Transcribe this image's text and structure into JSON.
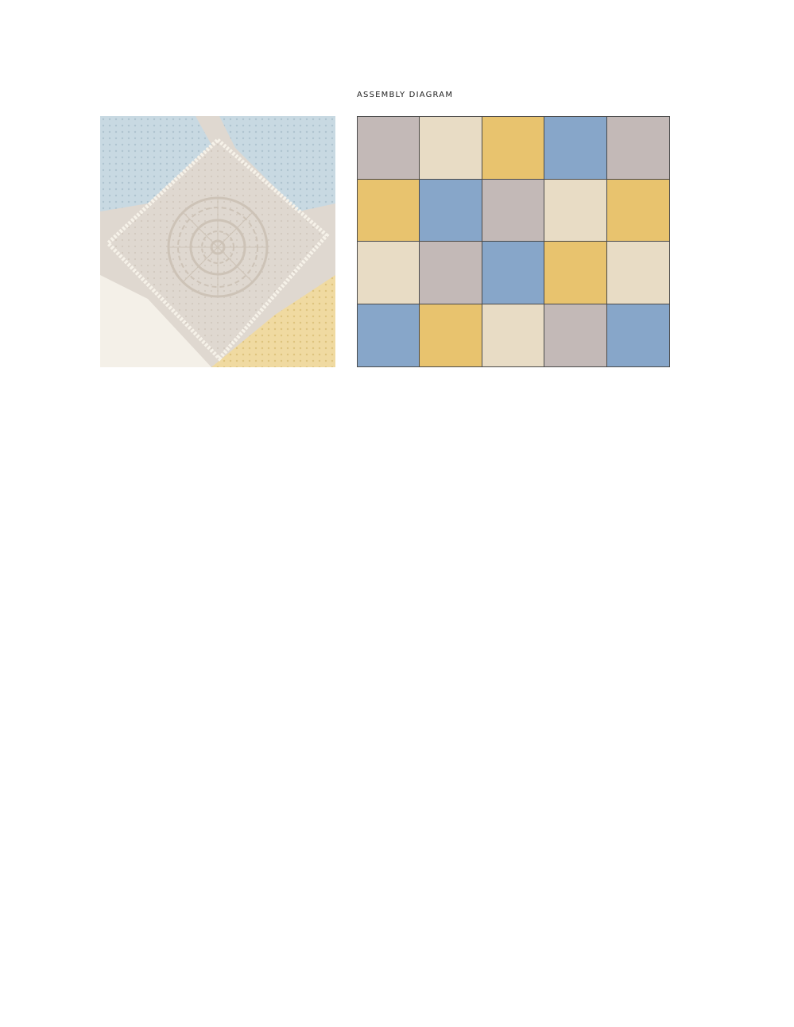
{
  "diagram": {
    "title": "ASSEMBLY DIAGRAM",
    "colors": {
      "taupe": "#c3b9b7",
      "cream": "#e8dcc5",
      "yellow": "#e8c36e",
      "blue": "#87a6c9"
    },
    "rows": [
      [
        "taupe",
        "cream",
        "yellow",
        "blue",
        "taupe"
      ],
      [
        "yellow",
        "blue",
        "taupe",
        "cream",
        "yellow"
      ],
      [
        "cream",
        "taupe",
        "blue",
        "yellow",
        "cream"
      ],
      [
        "blue",
        "yellow",
        "cream",
        "taupe",
        "blue"
      ]
    ]
  },
  "photo": {
    "subject": "crochet-granny-squares",
    "colors": {
      "blue": "#c4d6e0",
      "beige": "#ddd5cc",
      "ivory": "#f4efe6",
      "yellow": "#efd79a",
      "join": "#f6f1e8"
    }
  }
}
